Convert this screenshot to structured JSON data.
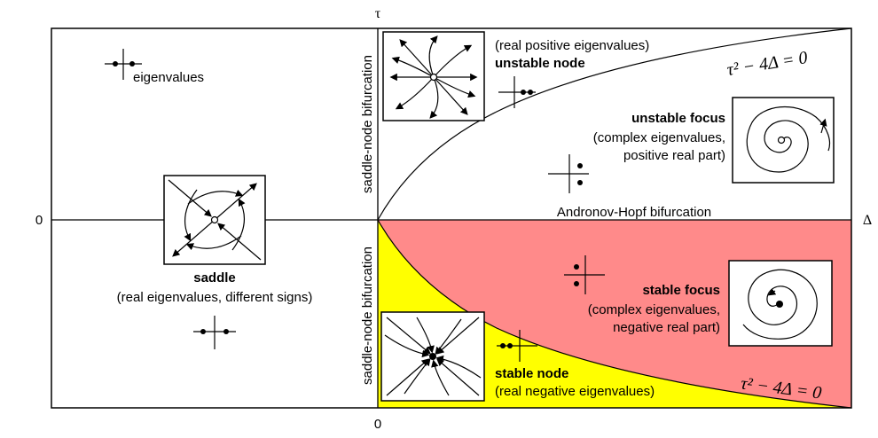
{
  "axes": {
    "tau_label": "τ",
    "delta_label": "Δ",
    "zero_left": "0",
    "zero_bottom": "0"
  },
  "legend": {
    "eigenvalues_label": "eigenvalues"
  },
  "colors": {
    "stable_focus_region": "#ff8a8a",
    "stable_node_region": "#ffff00",
    "line": "#000000"
  },
  "bifurcations": {
    "saddle_node_upper": "saddle-node bifurcation",
    "saddle_node_lower": "saddle-node bifurcation",
    "andronov_hopf": "Andronov-Hopf bifurcation",
    "parabola_upper": "τ² − 4Δ = 0",
    "parabola_lower": "τ² − 4Δ = 0"
  },
  "regions": {
    "unstable_node": {
      "title": "unstable node",
      "desc": "(real positive eigenvalues)"
    },
    "unstable_focus": {
      "title": "unstable focus",
      "desc1": "(complex eigenvalues,",
      "desc2": "positive real part)"
    },
    "saddle": {
      "title": "saddle",
      "desc": "(real eigenvalues, different signs)"
    },
    "stable_focus": {
      "title": "stable focus",
      "desc1": "(complex eigenvalues,",
      "desc2": "negative real part)"
    },
    "stable_node": {
      "title": "stable node",
      "desc": "(real negative eigenvalues)"
    }
  }
}
